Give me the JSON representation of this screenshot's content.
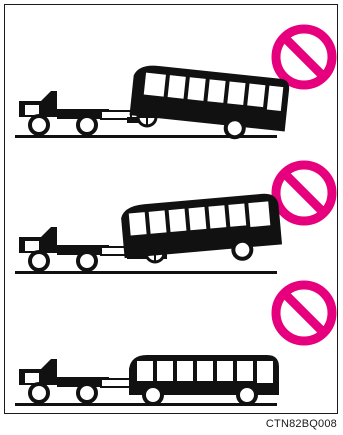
{
  "figure": {
    "code": "CTN82BQ008",
    "prohibition_color": "#e6007e",
    "ink_color": "#111111"
  },
  "panels": [
    {
      "id": "towing-front-wheels-dolly-bus-tilted-down",
      "icon": "prohibition-icon"
    },
    {
      "id": "towing-rear-wheels-dolly-bus-tilted-up",
      "icon": "prohibition-icon"
    },
    {
      "id": "towing-flat-all-wheels-on-ground",
      "icon": "prohibition-icon"
    }
  ]
}
